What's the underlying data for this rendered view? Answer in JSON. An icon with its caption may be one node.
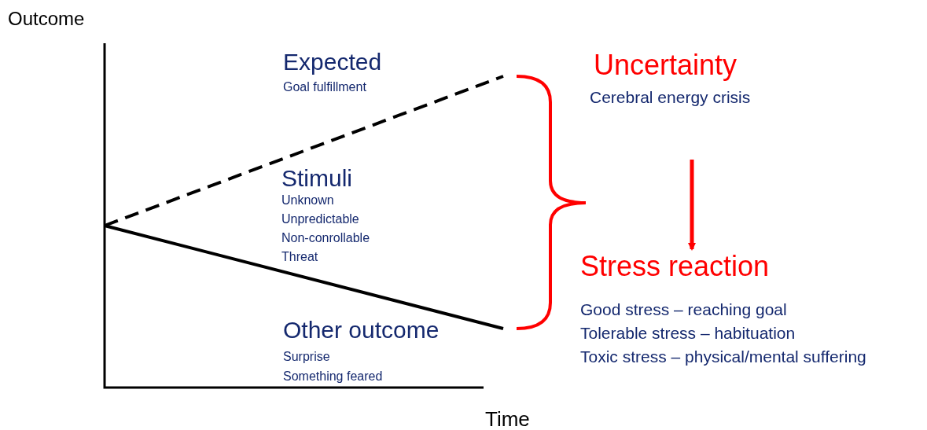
{
  "diagram": {
    "nodes": [
      {
        "text": [
          "Uncertainty",
          "Cerebral energy crisis"
        ]
      },
      {
        "text": [
          "Stress reaction",
          "Good stress – reaching goal",
          "Tolerable stress – habituation",
          "Toxic stress – physical/mental suffering"
        ]
      }
    ],
    "edges": [
      {
        "from": 0,
        "to": 1,
        "arrow": "to"
      }
    ],
    "labels": [
      "Outcome",
      "Expected",
      "Goal fulfillment",
      "Stimuli",
      "Unknown",
      "Unpredictable",
      "Non-conrollable",
      "Threat",
      "Other outcome",
      "Surprise",
      "Something feared",
      "Time"
    ]
  }
}
